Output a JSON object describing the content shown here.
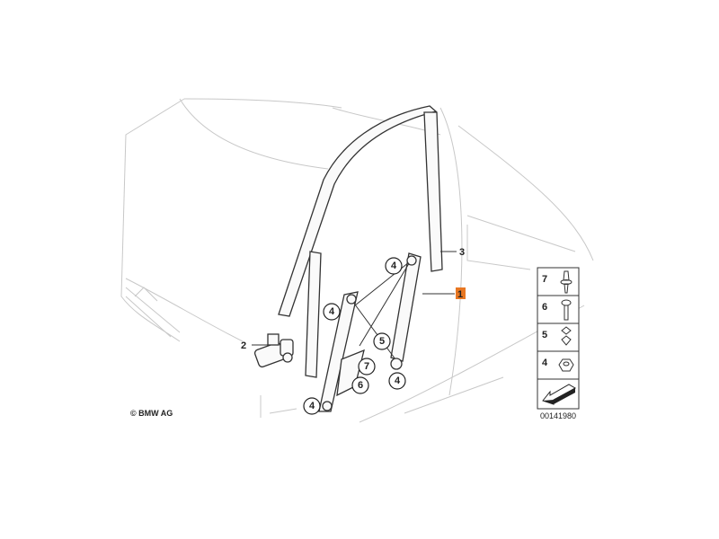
{
  "diagram": {
    "copyright": "© BMW AG",
    "drawing_number": "00141980",
    "accent_color": "#e87722",
    "callouts": [
      {
        "label": "4",
        "style": "circle"
      },
      {
        "label": "4",
        "style": "circle"
      },
      {
        "label": "5",
        "style": "circle"
      },
      {
        "label": "7",
        "style": "circle"
      },
      {
        "label": "6",
        "style": "circle"
      },
      {
        "label": "4",
        "style": "circle"
      },
      {
        "label": "4",
        "style": "circle"
      }
    ],
    "leaders": [
      {
        "label": "2",
        "style": "plain"
      },
      {
        "label": "3",
        "style": "plain"
      },
      {
        "label": "1",
        "style": "highlighted"
      }
    ],
    "legend": [
      {
        "label": "7",
        "icon": "clip-screw-icon"
      },
      {
        "label": "6",
        "icon": "bolt-icon"
      },
      {
        "label": "5",
        "icon": "spring-nut-icon"
      },
      {
        "label": "4",
        "icon": "hex-nut-icon"
      },
      {
        "label": "",
        "icon": "arrow-left-icon"
      }
    ]
  }
}
